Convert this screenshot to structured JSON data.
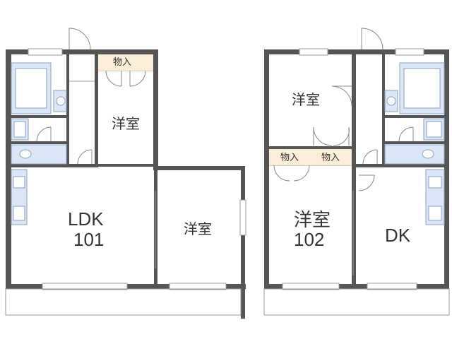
{
  "units": [
    {
      "number": "101",
      "rooms": {
        "ldk": "LDK",
        "western_a": "洋室",
        "western_b": "洋室",
        "closet": "物入"
      }
    },
    {
      "number": "102",
      "rooms": {
        "western_a": "洋室",
        "western_b": "洋室",
        "dk": "DK",
        "closet_a": "物入",
        "closet_b": "物入"
      }
    }
  ],
  "colors": {
    "wall": "#555555",
    "fixture": "#dbe7f7",
    "fixture_line": "#8aa0bb",
    "closet": "#fbeed8",
    "thin": "#999999"
  }
}
